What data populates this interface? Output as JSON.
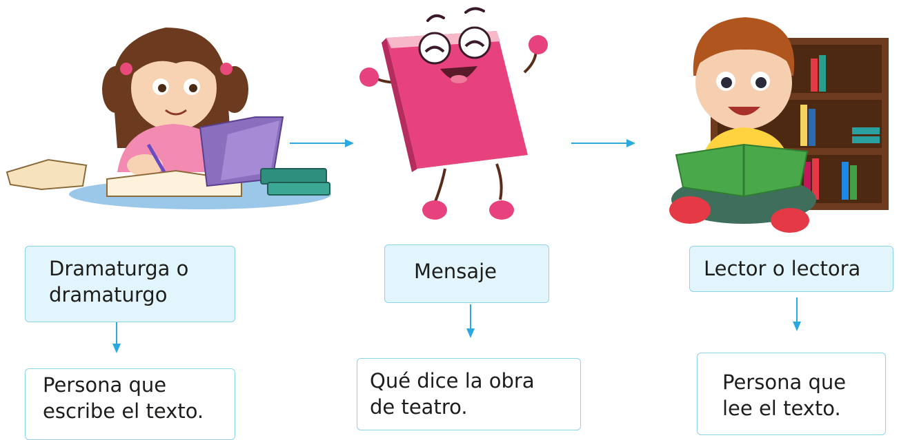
{
  "nodes": [
    {
      "id": "writer",
      "label_lines": [
        "Dramaturga o",
        "dramaturgo"
      ],
      "description_lines": [
        "Persona que",
        "escribe el texto."
      ]
    },
    {
      "id": "message",
      "label_lines": [
        "Mensaje"
      ],
      "description_lines": [
        "Qué dice la obra",
        "de teatro."
      ]
    },
    {
      "id": "reader",
      "label_lines": [
        "Lector o lectora"
      ],
      "description_lines": [
        "Persona que",
        "lee el texto."
      ]
    }
  ],
  "colors": {
    "arrow": "#29a9e0",
    "concept_fill": "#e2f5fc",
    "box_border": "#8fd3ea",
    "book_pink": "#e8427e"
  },
  "illustrations": [
    "girl-writing-icon",
    "happy-book-icon",
    "boy-reading-icon"
  ]
}
